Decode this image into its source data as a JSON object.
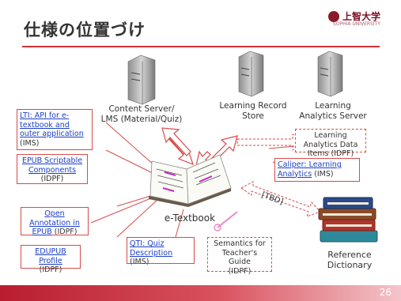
{
  "slide": {
    "title": "仕様の位置づけ",
    "page_number": "26",
    "logo_text": "上智大学",
    "logo_subtext": "SOPHIA UNIVERSITY"
  },
  "nodes": {
    "content_server": "Content Server/\nLMS (Material/Quiz)",
    "lrs": "Learning Record\nStore",
    "analytics_server": "Learning\nAnalytics Server",
    "etextbook": "e-Textbook",
    "reference": "Reference\nDictionary"
  },
  "boxes": {
    "lti": {
      "link": "LTI: API for e-textbook and outer application",
      "org": "(IMS)"
    },
    "epub_scriptable": {
      "link": "EPUB Scriptable Components",
      "org": "(IDPF)"
    },
    "open_annotation": {
      "link": "Open Annotation in EPUB",
      "org": "(IDPF)"
    },
    "edupub": {
      "link": "EDUPUB Profile",
      "org": "(IDPF)"
    },
    "qti": {
      "link": "QTI: Quiz Description",
      "org": "(IMS)"
    },
    "semantics": {
      "text": "Semantics for Teacher's Guide",
      "org": "(IDPF)"
    },
    "la_data": {
      "text": "Learning Analytics Data Items",
      "org": "(IDPF)"
    },
    "caliper": {
      "link": "Caliper: Learning Analytics",
      "org": "(IMS)"
    }
  },
  "arrow_labels": {
    "tbd": "[TBD]"
  },
  "colors": {
    "accent_red": "#d94a4a",
    "link_blue": "#1a3ec8",
    "footer_red": "#b81d2e"
  }
}
